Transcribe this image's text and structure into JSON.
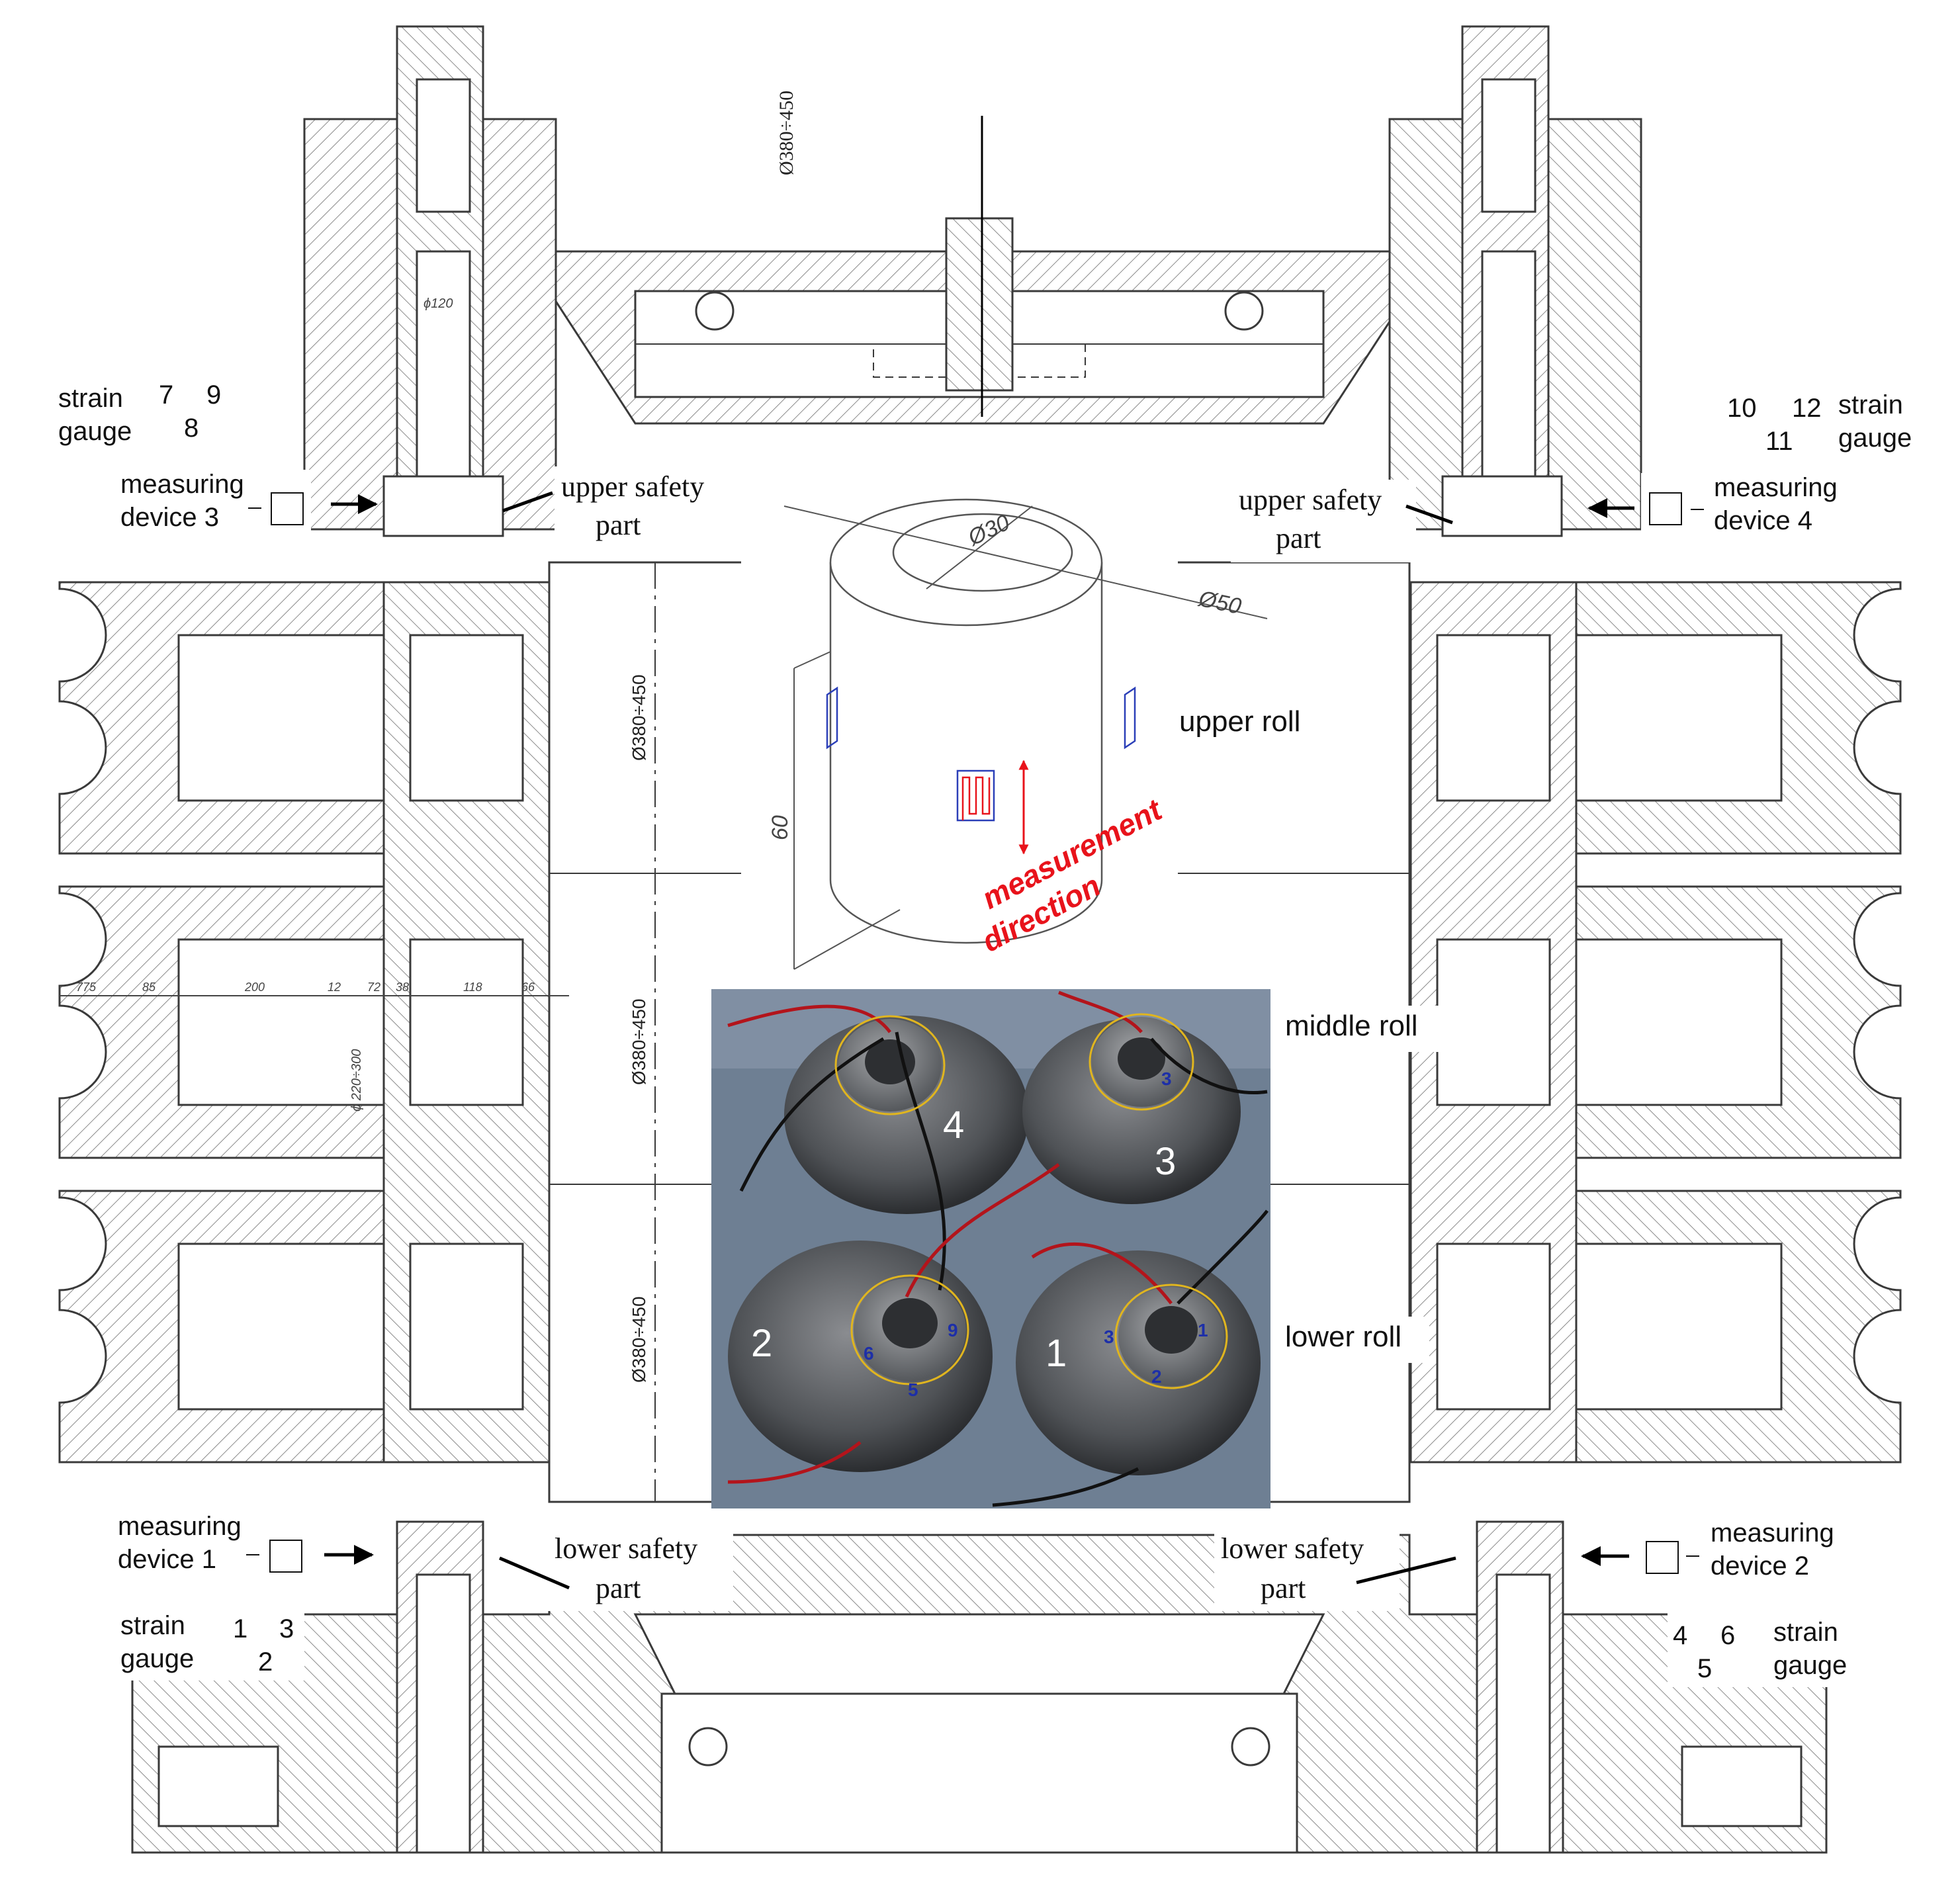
{
  "labels": {
    "strain_gauge_tl": {
      "strain": "strain",
      "gauge": "gauge",
      "n1": "7",
      "n2": "9",
      "n3": "8"
    },
    "strain_gauge_tr": {
      "strain": "strain",
      "gauge": "gauge",
      "n1": "10",
      "n2": "12",
      "n3": "11"
    },
    "strain_gauge_bl": {
      "strain": "strain",
      "gauge": "gauge",
      "n1": "1",
      "n2": "3",
      "n3": "2"
    },
    "strain_gauge_br": {
      "strain": "strain",
      "gauge": "gauge",
      "n1": "4",
      "n2": "6",
      "n3": "5"
    },
    "measuring_device_3": {
      "line1": "measuring",
      "line2": "device 3"
    },
    "measuring_device_4": {
      "line1": "measuring",
      "line2": "device 4"
    },
    "measuring_device_1": {
      "line1": "measuring",
      "line2": "device 1"
    },
    "measuring_device_2": {
      "line1": "measuring",
      "line2": "device 2"
    },
    "upper_safety_left": {
      "line1": "upper safety",
      "line2": "part"
    },
    "upper_safety_right": {
      "line1": "upper safety",
      "line2": "part"
    },
    "lower_safety_left": {
      "line1": "lower safety",
      "line2": "part"
    },
    "lower_safety_right": {
      "line1": "lower safety",
      "line2": "part"
    },
    "upper_roll": "upper roll",
    "middle_roll": "middle roll",
    "lower_roll": "lower roll",
    "measurement_line1": "measurement",
    "measurement_line2": "direction"
  },
  "dimensions": {
    "top": "Ø380÷450",
    "roll_upper": "Ø380÷450",
    "roll_middle": "Ø380÷450",
    "roll_lower": "Ø380÷450",
    "inner_dia": "Ø30",
    "outer_dia": "Ø50",
    "height": "60",
    "shaft": "ϕ120",
    "row": [
      "775",
      "85",
      "200",
      "12",
      "72",
      "38",
      "118",
      "66"
    ],
    "bearing": "ϕ 220÷300"
  },
  "photo": {
    "sample_numbers": [
      "4",
      "3",
      "2",
      "1"
    ],
    "gauge_marks": [
      "3",
      "6",
      "9",
      "5",
      "3",
      "1",
      "2"
    ]
  },
  "colors": {
    "line": "#3a3a3a",
    "hatch": "#8a8a8a",
    "annotation_red": "#e8131b",
    "gauge_blue": "#2b3fb8",
    "photo_bg": "#6e7f93"
  }
}
